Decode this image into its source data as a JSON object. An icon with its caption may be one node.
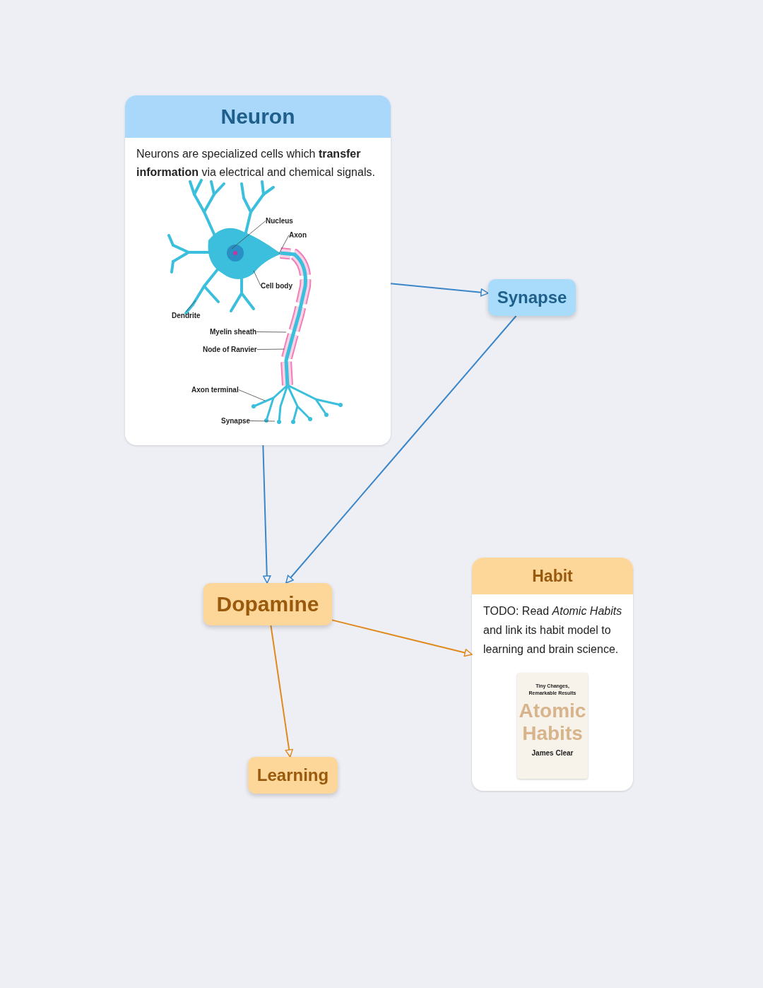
{
  "diagram": {
    "nodes": [
      {
        "text": [
          "Neuron",
          "Neurons are specialized cells which **transfer information** via electrical and chemical signals."
        ]
      },
      {
        "text": [
          "Nucleus"
        ],
        "in": 0
      },
      {
        "text": [
          "Axon"
        ],
        "in": 0
      },
      {
        "text": [
          "Cell body"
        ],
        "in": 0
      },
      {
        "text": [
          "Dendrite"
        ],
        "in": 0
      },
      {
        "text": [
          "Myelin sheath"
        ],
        "in": 0
      },
      {
        "text": [
          "Node of Ranvier"
        ],
        "in": 0
      },
      {
        "text": [
          "Axon terminal"
        ],
        "in": 0
      },
      {
        "text": [
          "Synapse"
        ],
        "in": 0
      },
      {
        "text": [
          "Synapse"
        ]
      },
      {
        "text": [
          "Dopamine"
        ]
      },
      {
        "text": [
          "Habit",
          "TODO: Read *Atomic Habits* and link its habit model to learning and brain science."
        ]
      },
      {
        "text": [
          "Tiny Changes, Remarkable Results",
          "Atomic Habits",
          "James Clear"
        ],
        "in": 11
      },
      {
        "text": [
          "Learning"
        ]
      }
    ],
    "edges": [
      {
        "from": 0,
        "to": 9,
        "arrow": "to",
        "color": "#3a86c8"
      },
      {
        "from": 9,
        "to": 10,
        "arrow": "to",
        "color": "#3a86c8"
      },
      {
        "from": 0,
        "to": 10,
        "arrow": "to",
        "color": "#3a86c8"
      },
      {
        "from": 10,
        "to": 11,
        "arrow": "to",
        "color": "#e08a1e"
      },
      {
        "from": 10,
        "to": 13,
        "arrow": "to",
        "color": "#e08a1e"
      },
      {
        "from": 1,
        "to": null,
        "arrow": "none"
      },
      {
        "from": 2,
        "to": null,
        "arrow": "none"
      },
      {
        "from": 3,
        "to": null,
        "arrow": "none"
      },
      {
        "from": 4,
        "to": null,
        "arrow": "none"
      },
      {
        "from": 5,
        "to": null,
        "arrow": "none"
      },
      {
        "from": 6,
        "to": null,
        "arrow": "none"
      },
      {
        "from": 7,
        "to": null,
        "arrow": "none"
      },
      {
        "from": 8,
        "to": null,
        "arrow": "none"
      }
    ]
  }
}
